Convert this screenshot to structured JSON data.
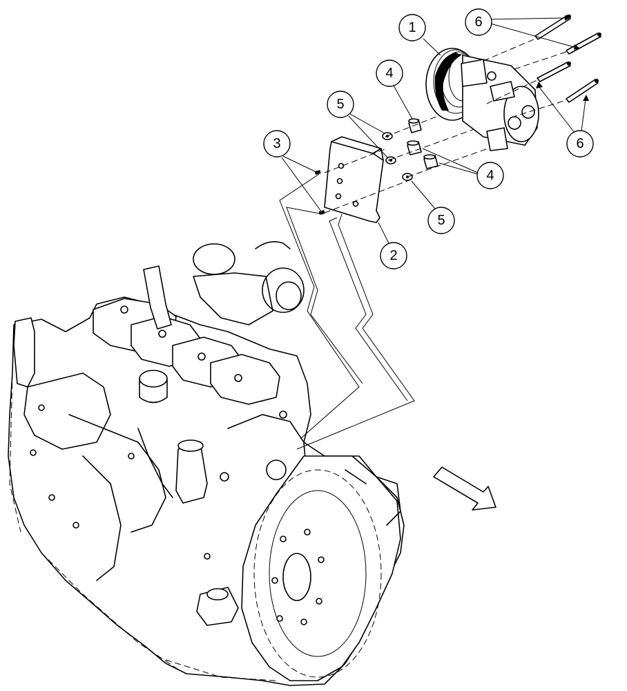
{
  "callouts": [
    {
      "id": "c1",
      "label": "1"
    },
    {
      "id": "c2",
      "label": "2"
    },
    {
      "id": "c3",
      "label": "3"
    },
    {
      "id": "c4a",
      "label": "4"
    },
    {
      "id": "c4b",
      "label": "4"
    },
    {
      "id": "c5a",
      "label": "5"
    },
    {
      "id": "c5b",
      "label": "5"
    },
    {
      "id": "c6a",
      "label": "6"
    },
    {
      "id": "c6b",
      "label": "6"
    }
  ],
  "parts": {
    "compressor": "compressor",
    "bracket": "bracket",
    "pins": "pin",
    "spacers": "spacer",
    "washers": "washer",
    "bolts": "bolt",
    "engine": "engine",
    "direction_arrow": "front-direction-arrow"
  }
}
